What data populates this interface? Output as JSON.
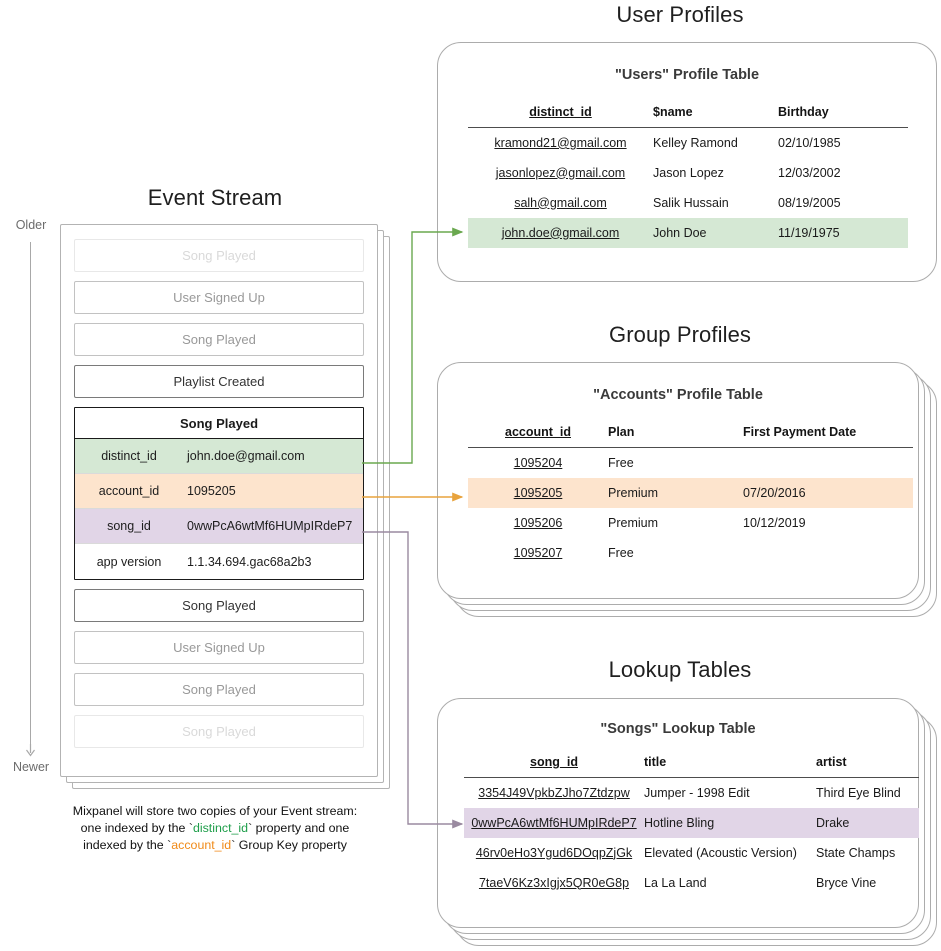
{
  "sections": {
    "user_profiles_title": "User Profiles",
    "group_profiles_title": "Group Profiles",
    "lookup_tables_title": "Lookup Tables",
    "event_stream_title": "Event Stream"
  },
  "time_axis": {
    "older_label": "Older",
    "newer_label": "Newer"
  },
  "event_stream": {
    "events_before": [
      {
        "label": "Song Played",
        "fade": "fade-2"
      },
      {
        "label": "User Signed Up",
        "fade": "fade-1"
      },
      {
        "label": "Song Played",
        "fade": "fade-1"
      },
      {
        "label": "Playlist Created",
        "fade": "solid"
      }
    ],
    "focused_event": {
      "title": "Song Played",
      "properties": [
        {
          "key": "distinct_id",
          "value": "john.doe@gmail.com",
          "highlight": "row-green"
        },
        {
          "key": "account_id",
          "value": "1095205",
          "highlight": "row-orange"
        },
        {
          "key": "song_id",
          "value": "0wwPcA6wtMf6HUMpIRdeP7",
          "highlight": "row-purple"
        },
        {
          "key": "app version",
          "value": "1.1.34.694.gac68a2b3",
          "highlight": "row-plain"
        }
      ]
    },
    "events_after": [
      {
        "label": "Song Played",
        "fade": "solid"
      },
      {
        "label": "User Signed Up",
        "fade": "fade-1"
      },
      {
        "label": "Song Played",
        "fade": "fade-1"
      },
      {
        "label": "Song Played",
        "fade": "fade-2"
      }
    ],
    "caption": {
      "line1": "Mixpanel will store two copies of your Event stream:",
      "line2_a": "one indexed by the `",
      "line2_token": "distinct_id",
      "line2_b": "` property and one",
      "line3_a": "indexed by the `",
      "line3_token": "account_id",
      "line3_b": "` Group Key property"
    }
  },
  "users_table": {
    "title": "\"Users\" Profile Table",
    "columns": [
      "distinct_id",
      "$name",
      "Birthday"
    ],
    "rows": [
      {
        "cells": [
          "kramond21@gmail.com",
          "Kelley Ramond",
          "02/10/1985"
        ],
        "highlight": ""
      },
      {
        "cells": [
          "jasonlopez@gmail.com",
          "Jason Lopez",
          "12/03/2002"
        ],
        "highlight": ""
      },
      {
        "cells": [
          "salh@gmail.com",
          "Salik Hussain",
          "08/19/2005"
        ],
        "highlight": ""
      },
      {
        "cells": [
          "john.doe@gmail.com",
          "John Doe",
          "11/19/1975"
        ],
        "highlight": "hl-green"
      }
    ]
  },
  "accounts_table": {
    "title": "\"Accounts\" Profile Table",
    "columns": [
      "account_id",
      "Plan",
      "First Payment Date"
    ],
    "rows": [
      {
        "cells": [
          "1095204",
          "Free",
          ""
        ],
        "highlight": ""
      },
      {
        "cells": [
          "1095205",
          "Premium",
          "07/20/2016"
        ],
        "highlight": "hl-orange"
      },
      {
        "cells": [
          "1095206",
          "Premium",
          "10/12/2019"
        ],
        "highlight": ""
      },
      {
        "cells": [
          "1095207",
          "Free",
          ""
        ],
        "highlight": ""
      }
    ]
  },
  "songs_table": {
    "title": "\"Songs\" Lookup Table",
    "columns": [
      "song_id",
      "title",
      "artist"
    ],
    "rows": [
      {
        "cells": [
          "3354J49VpkbZJho7Ztdzpw",
          "Jumper - 1998 Edit",
          "Third Eye Blind"
        ],
        "highlight": ""
      },
      {
        "cells": [
          "0wwPcA6wtMf6HUMpIRdeP7",
          "Hotline Bling",
          "Drake"
        ],
        "highlight": "hl-purple"
      },
      {
        "cells": [
          "46rv0eHo3Ygud6DOqpZjGk",
          "Elevated (Acoustic Version)",
          "State Champs"
        ],
        "highlight": ""
      },
      {
        "cells": [
          "7taeV6Kz3xIgjx5QR0eG8p",
          "La La Land",
          "Bryce Vine"
        ],
        "highlight": ""
      }
    ]
  },
  "colors": {
    "green_highlight": "#d5e8d4",
    "orange_highlight": "#fde4cd",
    "purple_highlight": "#e1d5e7",
    "green_arrow": "#6aa84f",
    "orange_arrow": "#e8a33d",
    "purple_arrow": "#9a8aa0",
    "panel_border": "#acacac"
  }
}
